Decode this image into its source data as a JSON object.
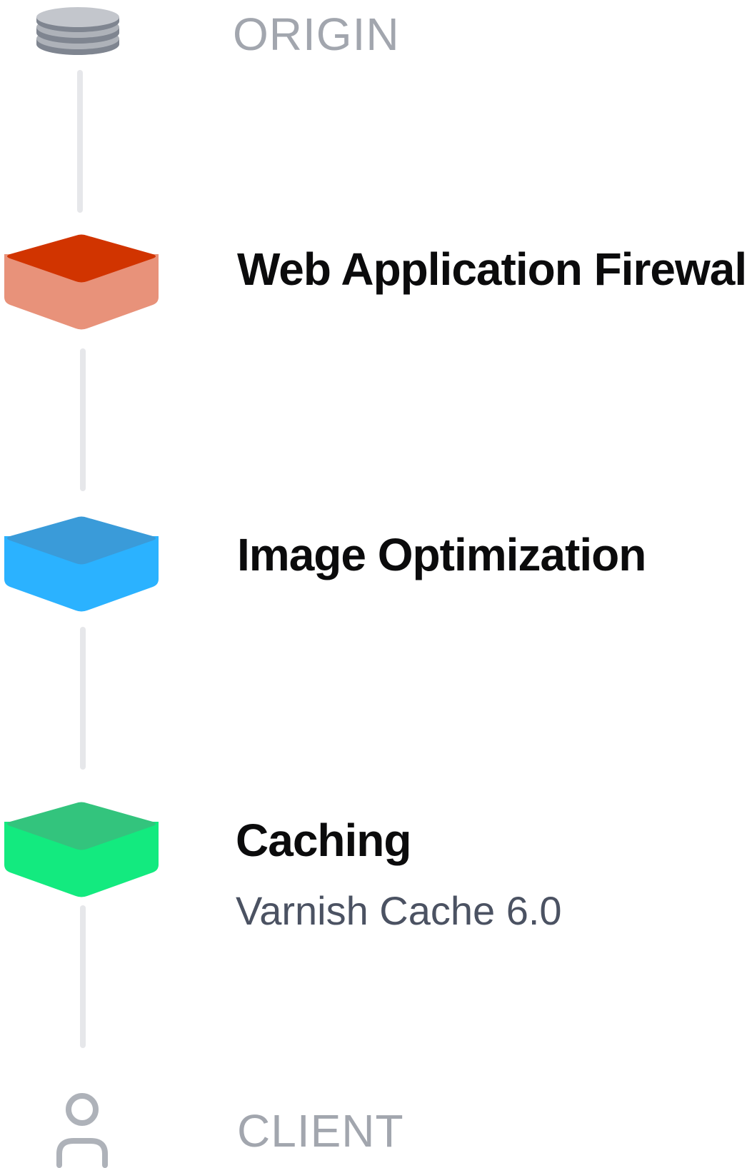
{
  "origin": {
    "label": "ORIGIN",
    "icon": "database-icon"
  },
  "layers": [
    {
      "title": "Web Application Firewall",
      "subtitle": "",
      "icon": "firewall-layer-icon",
      "colors": {
        "top": "#d13400",
        "side": "#e8927a"
      }
    },
    {
      "title": "Image Optimization",
      "subtitle": "",
      "icon": "image-optimization-layer-icon",
      "colors": {
        "top": "#3a9bd9",
        "side": "#2bb2ff"
      }
    },
    {
      "title": "Caching",
      "subtitle": "Varnish Cache 6.0",
      "icon": "caching-layer-icon",
      "colors": {
        "top": "#33c47d",
        "side": "#13ea7f"
      }
    }
  ],
  "client": {
    "label": "CLIENT",
    "icon": "user-icon"
  },
  "colors": {
    "connector": "#e6e7ea",
    "endpoint_label": "#a2a6ae",
    "title": "#0b0b0c",
    "subtitle": "#4b5262"
  }
}
